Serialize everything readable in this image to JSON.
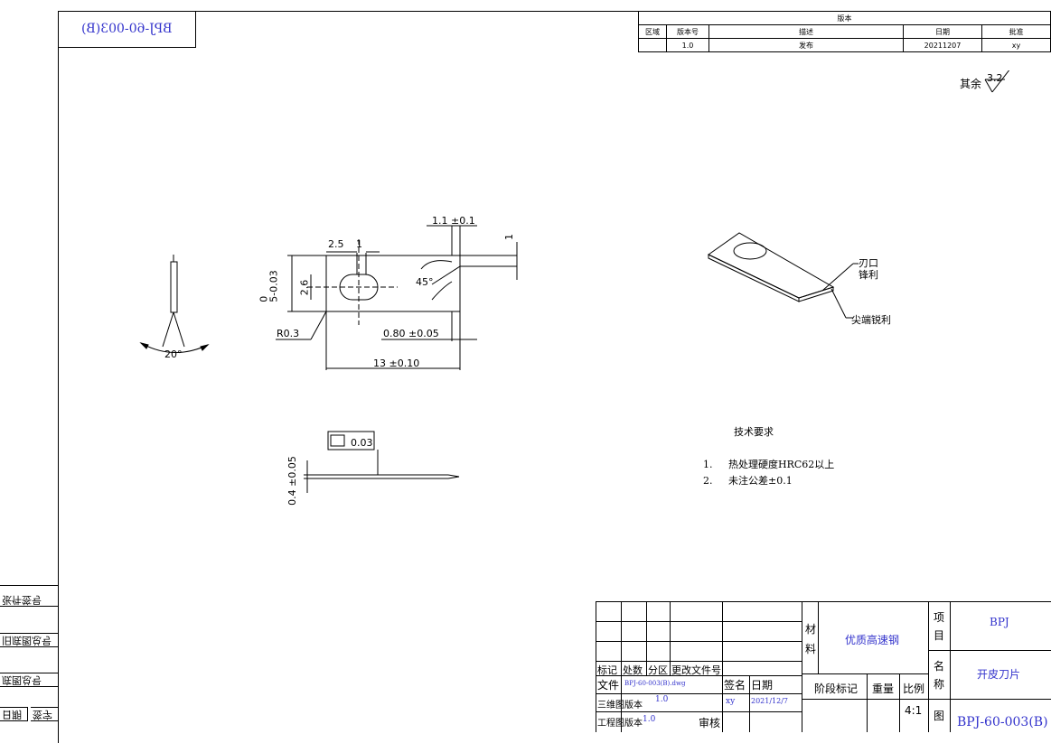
{
  "drawing_code": "BPJ-60-003(B)",
  "revision_table": {
    "title": "版本",
    "headers": [
      "区域",
      "版本号",
      "描述",
      "日期",
      "批准"
    ],
    "row": [
      "",
      "1.0",
      "发布",
      "20211207",
      "xy"
    ]
  },
  "surface_roughness": {
    "label": "其余",
    "value": "3.2"
  },
  "dimensions": {
    "top_width": "1.1 ±0.1",
    "top_right": "1",
    "left_vert": "0\n5-0.03",
    "slot_w": "2.5",
    "slot_gap": "1",
    "slot_h": "2.6",
    "angle45": "45°",
    "radius": "R0.3",
    "bottom_width": "0.80 ±0.05",
    "overall": "13 ±0.10",
    "angle20": "20°",
    "flatness": "0.03",
    "thickness": "0.4 ±0.05"
  },
  "iso_notes": {
    "edge": "刃口\n锋利",
    "tip": "尖端锐利"
  },
  "tech_requirements": {
    "title": "技术要求",
    "items": [
      {
        "num": "1.",
        "text": "热处理硬度HRC62以上"
      },
      {
        "num": "2.",
        "text": "未注公差±0.1"
      }
    ]
  },
  "side_strip": [
    "张件签号",
    "旧底图总号",
    "底图总号",
    "日期",
    "签字"
  ],
  "title_block": {
    "row_labels": [
      "标记",
      "处数",
      "分区",
      "更改文件号"
    ],
    "file_label": "文件",
    "file_value": "BPJ-60-003(B).dwg",
    "sign_label": "签名",
    "date_label": "日期",
    "drawn_label": "三维图版本",
    "drawn_ver": "1.0",
    "drawn_by": "xy",
    "drawn_date": "2021/12/7",
    "check_label": "工程图版本",
    "check_ver": "1.0",
    "review_label": "审核",
    "material_label": "材料",
    "material_value": "优质高速钢",
    "stage_label": "阶段标记",
    "weight_label": "重量",
    "scale_label": "比例",
    "scale_value": "4:1",
    "project_label": "项目",
    "project_value": "BPJ",
    "name_label": "名称",
    "name_value": "开皮刀片",
    "drawing_no_label": "图",
    "drawing_no_value": "BPJ-60-003(B)"
  }
}
